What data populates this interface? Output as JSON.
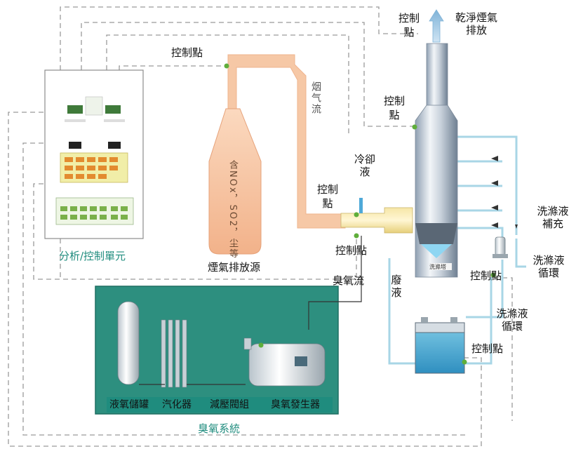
{
  "labels": {
    "control_point": "控制點",
    "clean_gas_line1": "乾淨煙氣",
    "clean_gas_line2": "排放",
    "flue_gas_flow": "烟气流",
    "coolant_line1": "冷卻",
    "coolant_line2": "液",
    "emission_source": "煙氣排放源",
    "source_content": "含NOx，SO2，尘等",
    "ozone_flow": "臭氧流",
    "waste_liquid_line1": "廢",
    "waste_liquid_line2": "液",
    "wash_refill_line1": "洗滌液",
    "wash_refill_line2": "補充",
    "wash_circ_line1": "洗滌液",
    "wash_circ_line2": "循環",
    "analysis_unit": "分析/控制單元",
    "ozone_system": "臭氧系統",
    "scrubber_tag": "洗滌塔"
  },
  "ozone_components": [
    "液氧儲罐",
    "汽化器",
    "減壓閥組",
    "臭氧發生器"
  ],
  "colors": {
    "ozone_box_fill": "#2d8f7f",
    "ozone_box_border": "#1f6e62",
    "duct": "#f6c8a6",
    "dashed_line": "#9a9a9a",
    "pipe_blue": "#a8d6e6",
    "accent_teal": "#1f8c7e",
    "control_dot": "#5fae3a"
  }
}
